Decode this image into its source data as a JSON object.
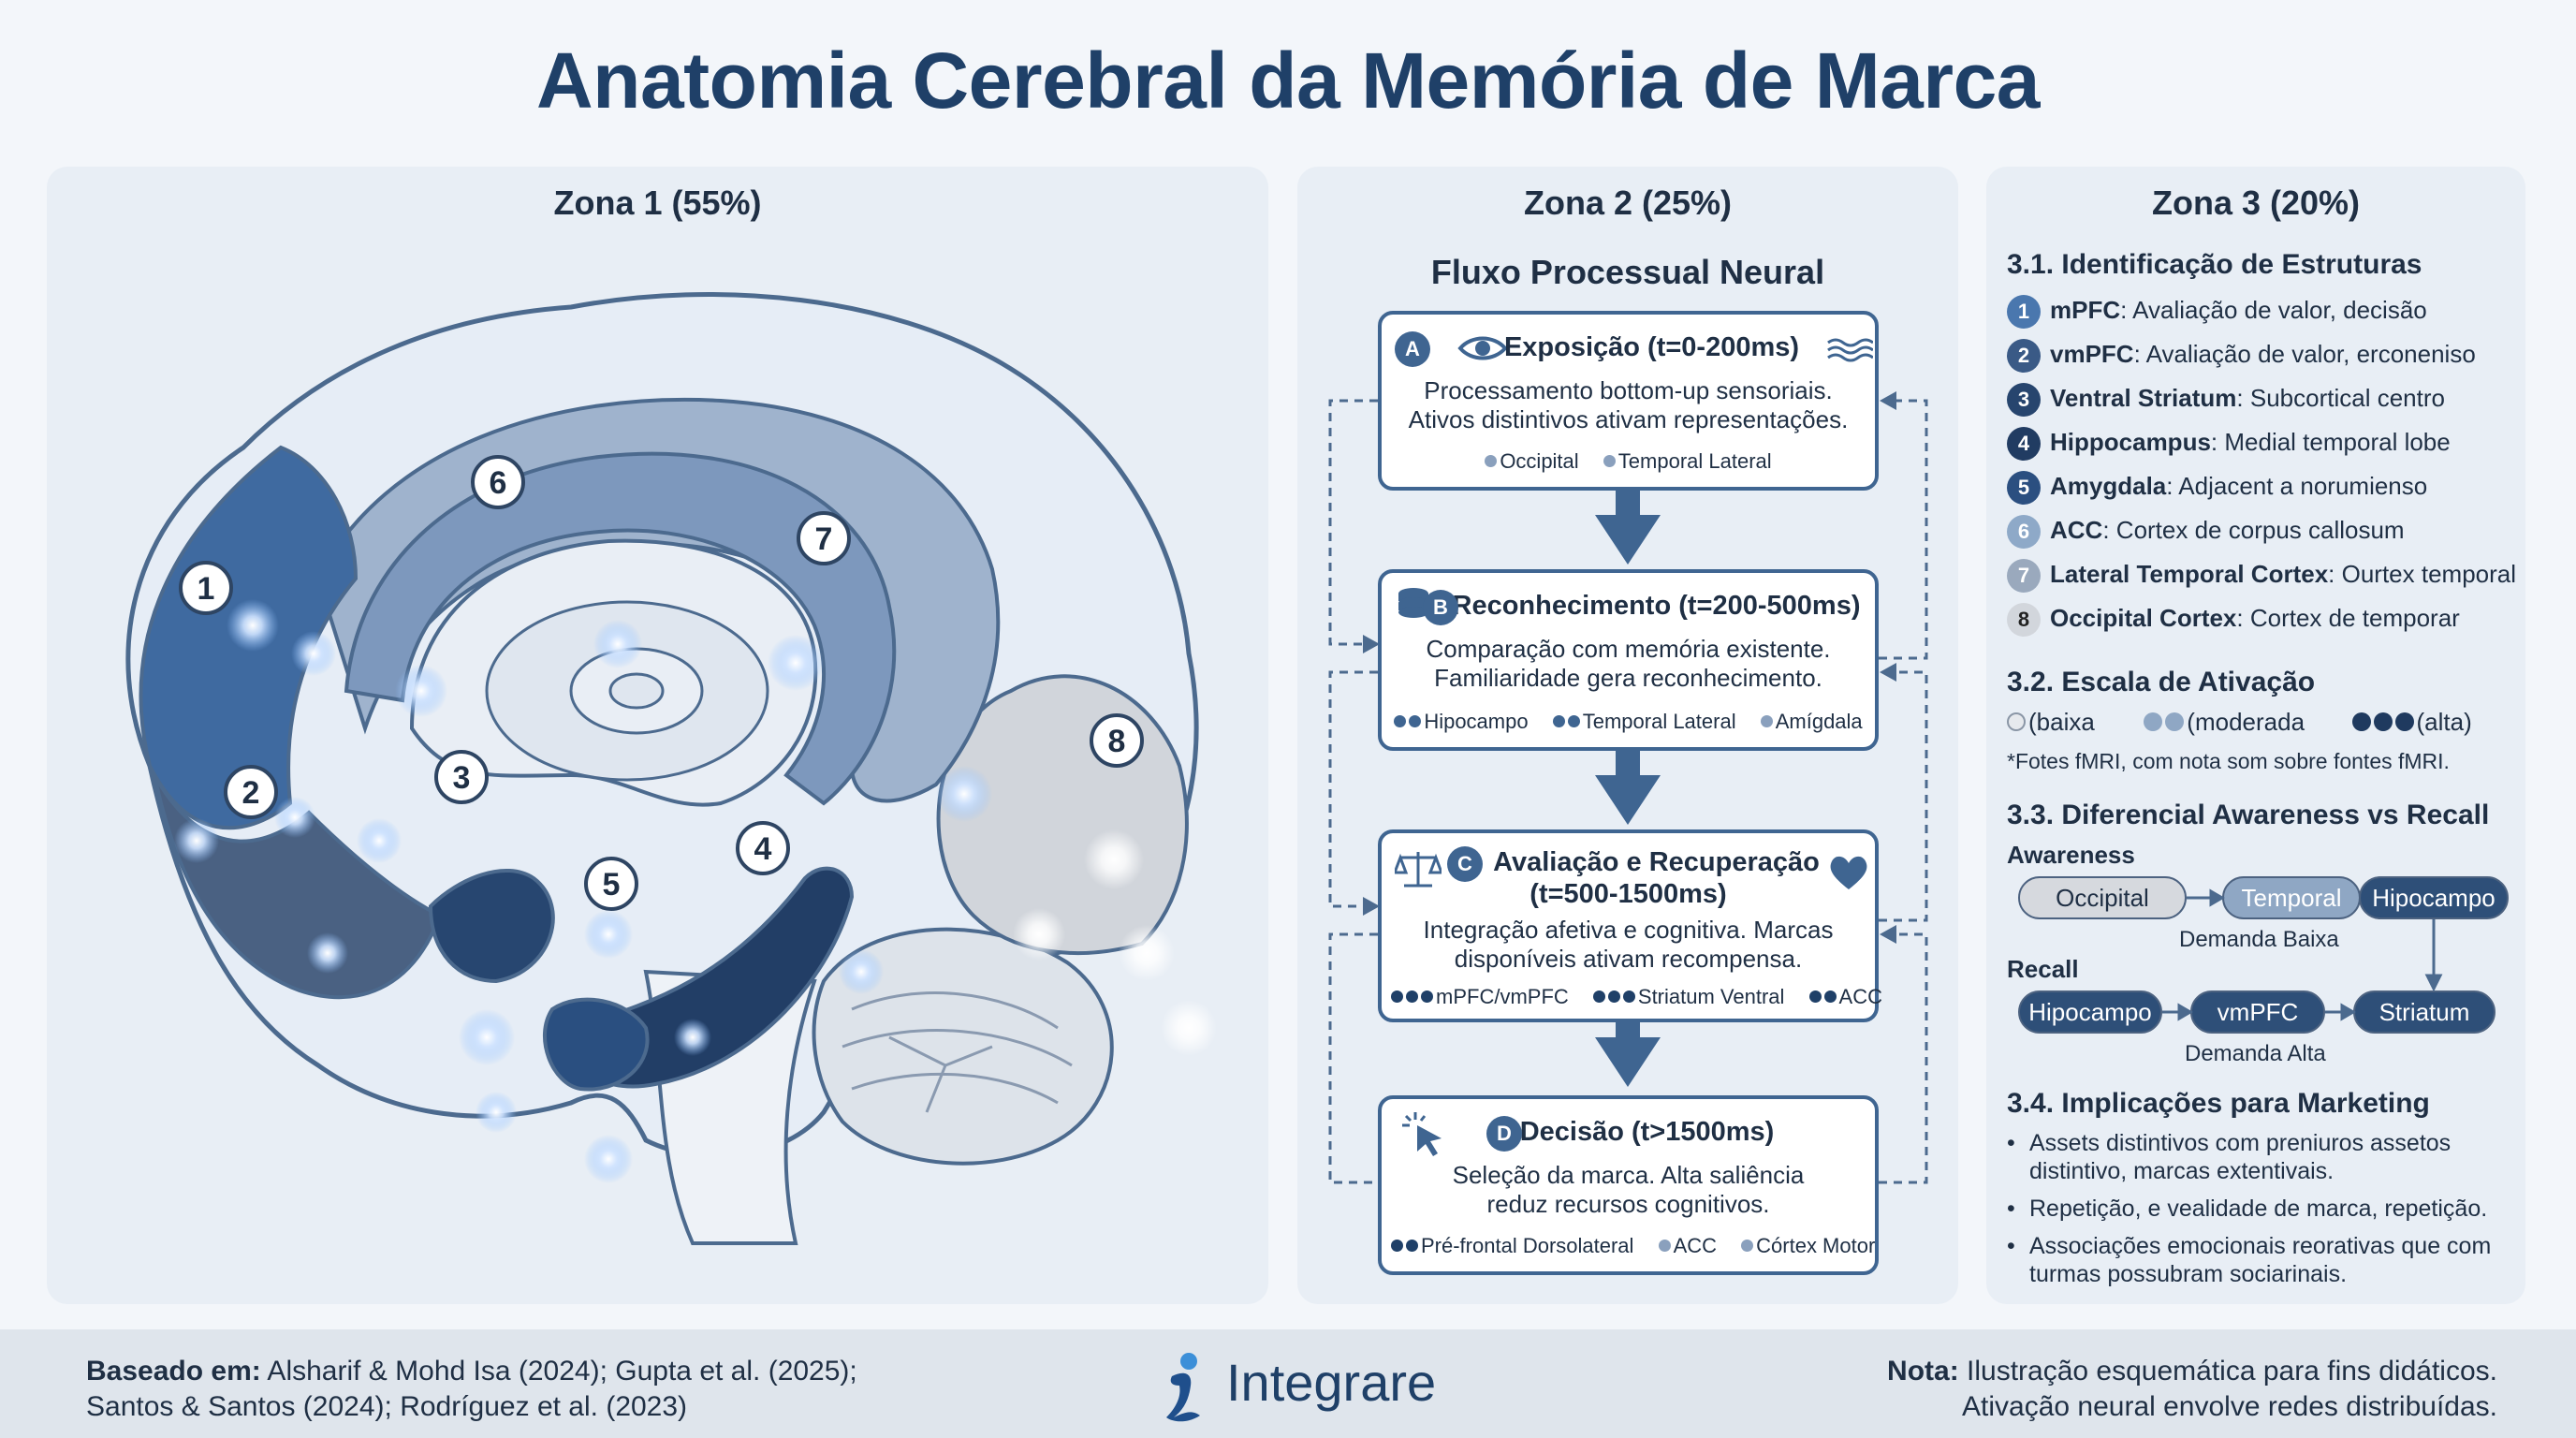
{
  "title": "Anatomia Cerebral da Memória de Marca",
  "zone1": {
    "title": "Zona 1 (55%)",
    "markers": [
      "1",
      "2",
      "3",
      "4",
      "5",
      "6",
      "7",
      "8"
    ]
  },
  "zone2": {
    "title": "Zona 2 (25%)",
    "subtitle": "Fluxo Processual Neural",
    "steps": [
      {
        "letter": "A",
        "title": "Exposição (t=0-200ms)",
        "body1": "Processamento bottom-up sensoriais.",
        "body2": "Ativos distintivos ativam representações.",
        "tags": [
          "Occipital",
          "Temporal Lateral"
        ]
      },
      {
        "letter": "B",
        "title": "Reconhecimento (t=200-500ms)",
        "body1": "Comparação com memória existente.",
        "body2": "Familiaridade gera reconhecimento.",
        "tags": [
          "Hipocampo",
          "Temporal Lateral",
          "Amígdala"
        ]
      },
      {
        "letter": "C",
        "title": "Avaliação e Recuperação",
        "title2": "(t=500-1500ms)",
        "body1": "Integração afetiva e cognitiva. Marcas",
        "body2": "disponíveis ativam recompensa.",
        "tags": [
          "mPFC/vmPFC",
          "Striatum Ventral",
          "ACC"
        ]
      },
      {
        "letter": "D",
        "title": "Decisão (t>1500ms)",
        "body1": "Seleção da marca. Alta saliência",
        "body2": "reduz recursos cognitivos.",
        "tags": [
          "Pré-frontal Dorsolateral",
          "ACC",
          "Córtex Motor"
        ]
      }
    ]
  },
  "zone3": {
    "title": "Zona 3 (20%)",
    "h1": "3.1. Identificação de Estruturas",
    "structures": [
      {
        "n": "1",
        "name": "mPFC",
        "desc": ": Avaliação de valor, decisão"
      },
      {
        "n": "2",
        "name": "vmPFC",
        "desc": ": Avaliação de valor, erconeniso"
      },
      {
        "n": "3",
        "name": "Ventral Striatum",
        "desc": ": Subcortical centro"
      },
      {
        "n": "4",
        "name": "Hippocampus",
        "desc": ": Medial temporal lobe"
      },
      {
        "n": "5",
        "name": "Amygdala",
        "desc": ": Adjacent a norumienso"
      },
      {
        "n": "6",
        "name": "ACC",
        "desc": ": Cortex de corpus callosum"
      },
      {
        "n": "7",
        "name": "Lateral Temporal Cortex",
        "desc": ": Ourtex temporal"
      },
      {
        "n": "8",
        "name": "Occipital Cortex",
        "desc": ": Cortex de temporar"
      }
    ],
    "h2": "3.2. Escala de Ativação",
    "scale": {
      "low": "(baixa",
      "mid": "(moderada",
      "high": "(alta)"
    },
    "note": "*Fotes fMRI, com nota som sobre fontes fMRI.",
    "h3": "3.3. Diferencial Awareness vs Recall",
    "awareness": {
      "label": "Awareness",
      "nodes": [
        "Occipital",
        "Temporal",
        "Hipocampo"
      ],
      "caption": "Demanda Baixa"
    },
    "recall": {
      "label": "Recall",
      "nodes": [
        "Hipocampo",
        "vmPFC",
        "Striatum"
      ],
      "caption": "Demanda Alta"
    },
    "h4": "3.4. Implicações para Marketing",
    "bullets": [
      "Assets distintivos com preniuros assetos distintivo, marcas extentivais.",
      "Repetição, e vealidade de marca, repetição.",
      "Associações emocionais reorativas que com turmas possubram sociarinais."
    ]
  },
  "footer": {
    "left_bold": "Baseado em:",
    "left1": " Alsharif & Mohd Isa (2024); Gupta et al. (2025);",
    "left2": "Santos & Santos (2024); Rodríguez et al. (2023)",
    "brand": "Integrare",
    "right_bold": "Nota:",
    "right1": " Ilustração esquemática para fins didáticos.",
    "right2": "Ativação neural envolve redes distribuídas."
  },
  "colors": {
    "accent": "#1f4068",
    "mid": "#3f6591",
    "light": "#8fa7c4",
    "panel": "#e8eef5"
  }
}
